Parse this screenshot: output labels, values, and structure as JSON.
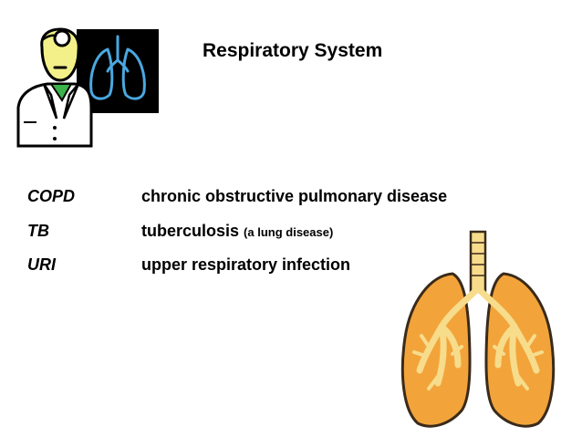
{
  "slide": {
    "title": "Respiratory System",
    "terms": [
      {
        "abbr": "COPD",
        "definition": "chronic obstructive pulmonary disease",
        "note": ""
      },
      {
        "abbr": "TB",
        "definition": "tuberculosis",
        "note": "(a lung disease)"
      },
      {
        "abbr": "URI",
        "definition": "upper respiratory infection",
        "note": ""
      }
    ]
  },
  "clipart": {
    "doctor_icon": "doctor-with-xray-icon",
    "lungs_icon": "lungs-illustration-icon",
    "colors": {
      "xray_background": "#000000",
      "xray_lungs": "#4aa8e0",
      "doctor_skin": "#f3f08a",
      "doctor_tie": "#3cb34a",
      "lung_fill": "#f2a43a",
      "lung_airway": "#f7dc8c",
      "outline": "#3a2a1a"
    }
  }
}
